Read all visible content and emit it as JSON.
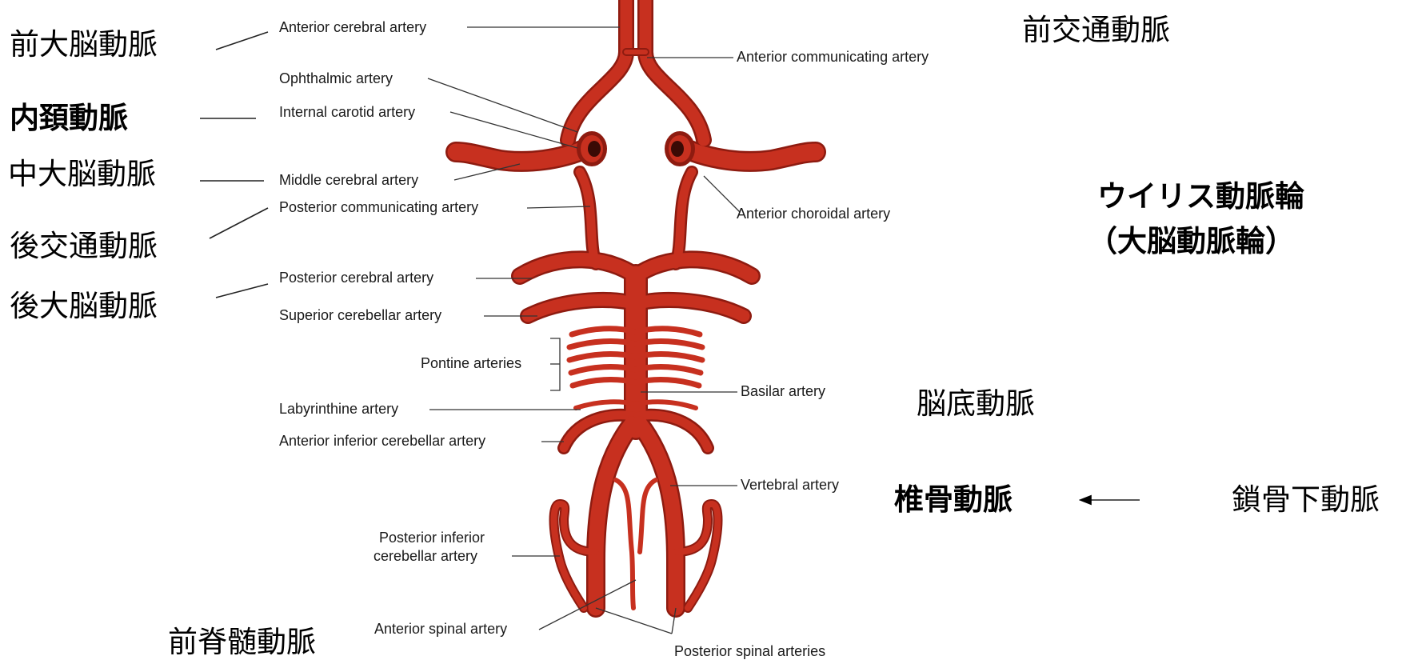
{
  "colors": {
    "artery": "#c7301f",
    "artery_dark": "#8e1b10",
    "artery_light": "#e0614a",
    "text": "#1a1a1a"
  },
  "labels_en": {
    "anterior_cerebral": "Anterior cerebral artery",
    "anterior_communicating": "Anterior communicating artery",
    "ophthalmic": "Ophthalmic artery",
    "internal_carotid": "Internal carotid artery",
    "middle_cerebral": "Middle cerebral artery",
    "anterior_choroidal": "Anterior choroidal artery",
    "posterior_communicating": "Posterior communicating artery",
    "posterior_cerebral": "Posterior cerebral artery",
    "superior_cerebellar": "Superior cerebellar artery",
    "pontine": "Pontine arteries",
    "basilar": "Basilar artery",
    "labyrinthine": "Labyrinthine artery",
    "anterior_inferior_cerebellar": "Anterior inferior cerebellar artery",
    "vertebral": "Vertebral artery",
    "posterior_inferior_cerebellar_1": "Posterior inferior",
    "posterior_inferior_cerebellar_2": "cerebellar artery",
    "anterior_spinal": "Anterior spinal artery",
    "posterior_spinal": "Posterior spinal arteries"
  },
  "labels_jp": {
    "anterior_cerebral": "前大脳動脈",
    "anterior_communicating": "前交通動脈",
    "internal_carotid": "内頚動脈",
    "middle_cerebral": "中大脳動脈",
    "circle_of_willis_1": "ウイリス動脈輪",
    "circle_of_willis_2": "（大脳動脈輪）",
    "posterior_communicating": "後交通動脈",
    "posterior_cerebral": "後大脳動脈",
    "basilar": "脳底動脈",
    "vertebral": "椎骨動脈",
    "subclavian": "鎖骨下動脈",
    "anterior_spinal": "前脊髄動脈"
  }
}
